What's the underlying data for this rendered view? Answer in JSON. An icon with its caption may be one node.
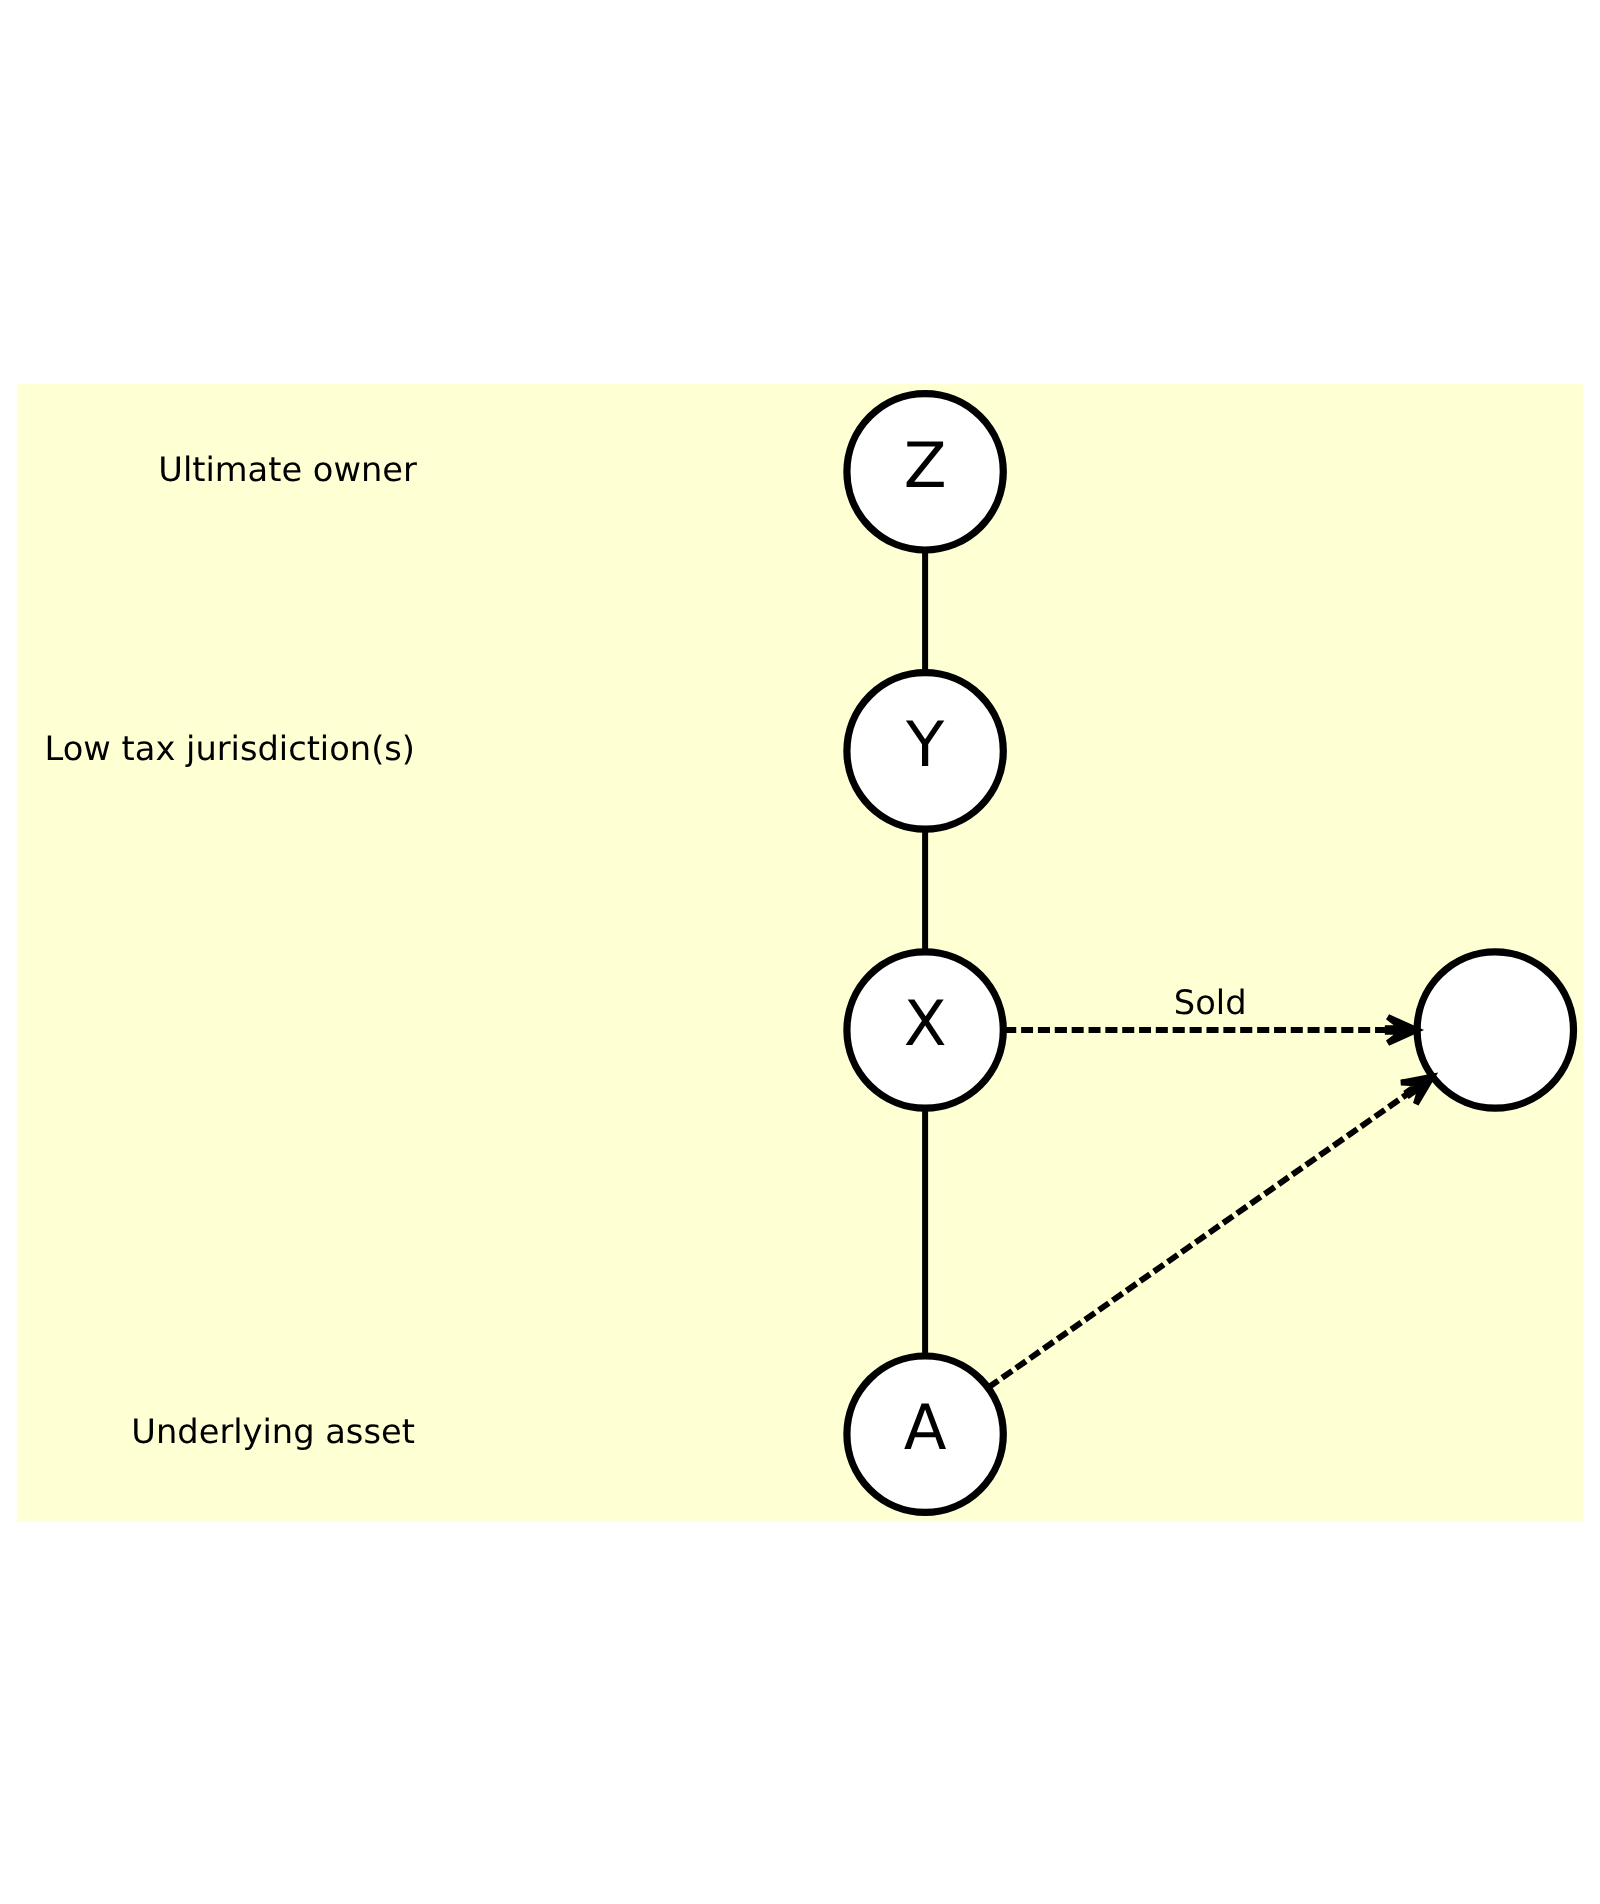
{
  "diagram": {
    "nodes": [
      {
        "text": [
          "Z"
        ]
      },
      {
        "text": [
          "Y"
        ]
      },
      {
        "text": [
          "X"
        ]
      },
      {
        "text": [],
        "shape": "circle"
      },
      {
        "text": [
          "A"
        ]
      }
    ],
    "edges": [
      {
        "from": 0,
        "to": 1,
        "arrow": "none"
      },
      {
        "from": 1,
        "to": 2,
        "arrow": "none"
      },
      {
        "from": 2,
        "to": 4,
        "arrow": "none"
      },
      {
        "from": 2,
        "to": 3,
        "arrow": "to",
        "style": "dashed",
        "label": "Sold"
      },
      {
        "from": 4,
        "to": 3,
        "arrow": "to",
        "style": "dashed"
      }
    ],
    "labels": [
      "Ultimate owner",
      "Low tax jurisdiction(s)",
      "Underlying asset"
    ]
  }
}
